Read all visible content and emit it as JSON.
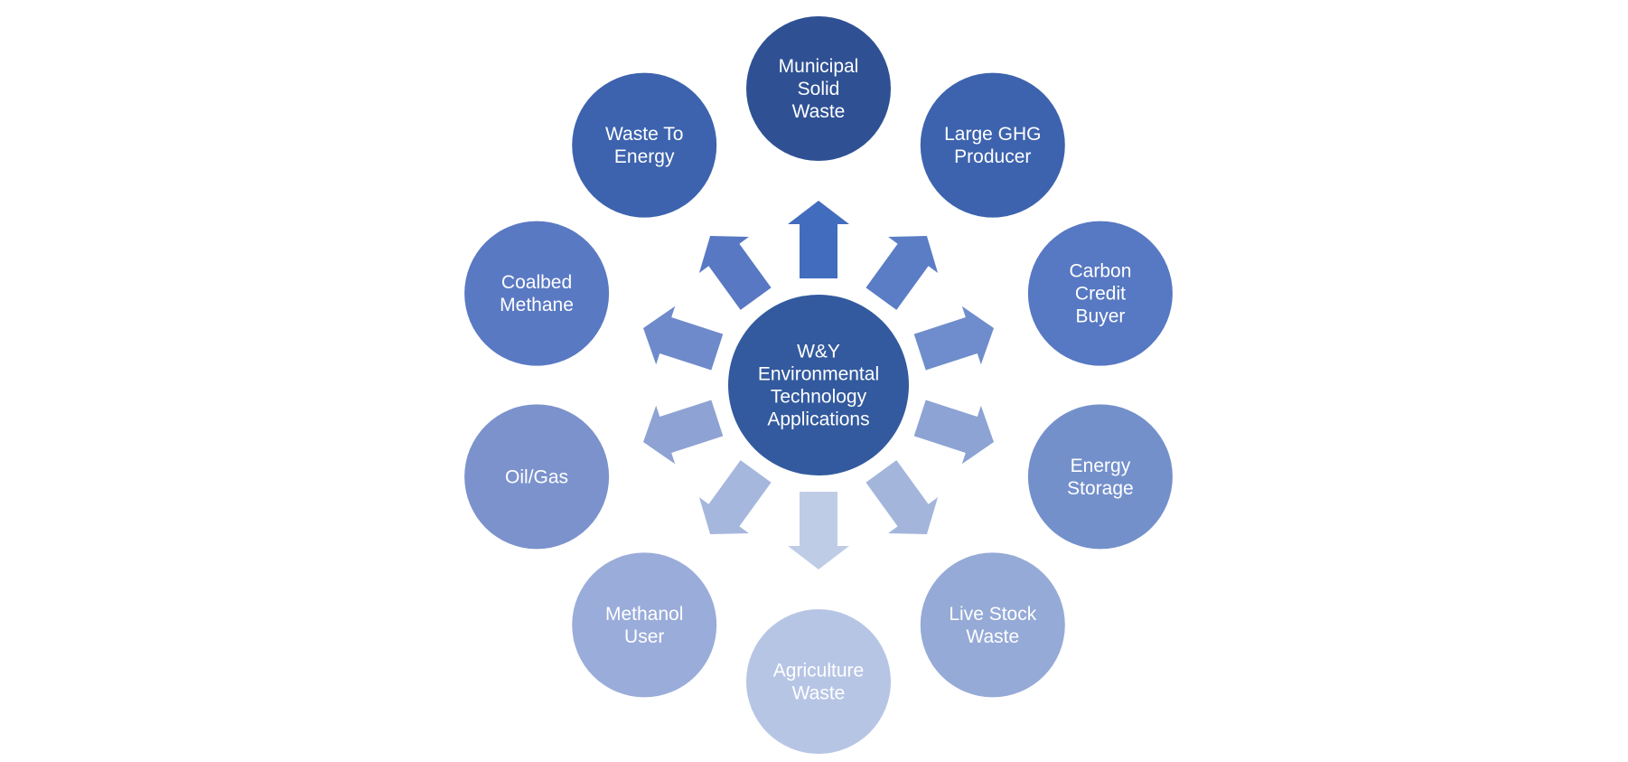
{
  "center": {
    "lines": [
      "W&Y",
      "Environmental",
      "Technology",
      "Applications"
    ],
    "color": "#335A9E"
  },
  "nodes": [
    {
      "id": "municipal-solid-waste",
      "lines": [
        "Municipal",
        "Solid",
        "Waste"
      ],
      "color": "#2F5194",
      "arrow_color": "#426DBE"
    },
    {
      "id": "large-ghg-producer",
      "lines": [
        "Large GHG",
        "Producer"
      ],
      "color": "#3D63AE",
      "arrow_color": "#5A7DC6"
    },
    {
      "id": "carbon-credit-buyer",
      "lines": [
        "Carbon",
        "Credit",
        "Buyer"
      ],
      "color": "#5778C2",
      "arrow_color": "#6F8DCC"
    },
    {
      "id": "energy-storage",
      "lines": [
        "Energy",
        "Storage"
      ],
      "color": "#7490CB",
      "arrow_color": "#8CA3D4"
    },
    {
      "id": "live-stock-waste",
      "lines": [
        "Live Stock",
        "Waste"
      ],
      "color": "#95AAD6",
      "arrow_color": "#A3B5DB"
    },
    {
      "id": "agriculture-waste",
      "lines": [
        "Agriculture",
        "Waste"
      ],
      "color": "#B7C5E5",
      "arrow_color": "#BFCCE6"
    },
    {
      "id": "methanol-user",
      "lines": [
        "Methanol",
        "User"
      ],
      "color": "#9AACD9",
      "arrow_color": "#A6B7DE"
    },
    {
      "id": "oil-gas",
      "lines": [
        "Oil/Gas"
      ],
      "color": "#7B92CC",
      "arrow_color": "#8EA2D3"
    },
    {
      "id": "coalbed-methane",
      "lines": [
        "Coalbed",
        "Methane"
      ],
      "color": "#5A79C3",
      "arrow_color": "#6F8ACB"
    },
    {
      "id": "waste-to-energy",
      "lines": [
        "Waste To",
        "Energy"
      ],
      "color": "#3D63AE",
      "arrow_color": "#5878C3"
    }
  ]
}
